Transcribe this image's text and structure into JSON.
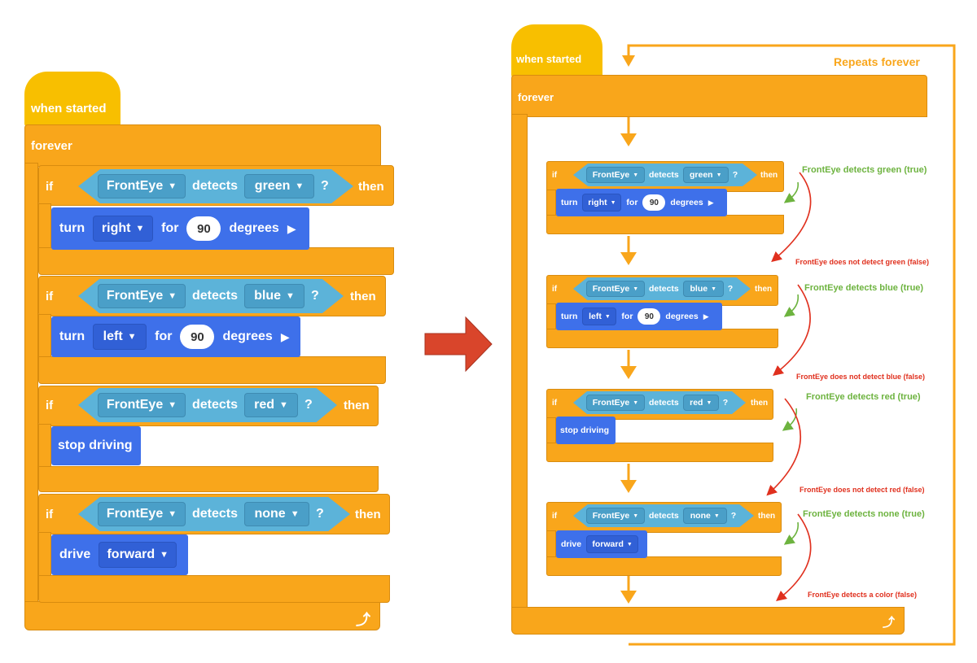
{
  "program": {
    "hat_label": "when started",
    "forever_label": "forever",
    "if_label": "if",
    "then_label": "then",
    "detects_label": "detects",
    "question_mark": "?",
    "sensor": "FrontEye",
    "branches": [
      {
        "color": "green",
        "action_type": "turn",
        "action_label": "turn",
        "direction": "right",
        "for_label": "for",
        "amount": "90",
        "unit_label": "degrees"
      },
      {
        "color": "blue",
        "action_type": "turn",
        "action_label": "turn",
        "direction": "left",
        "for_label": "for",
        "amount": "90",
        "unit_label": "degrees"
      },
      {
        "color": "red",
        "action_type": "stop",
        "action_label": "stop driving"
      },
      {
        "color": "none",
        "action_type": "drive",
        "action_label": "drive",
        "direction": "forward"
      }
    ]
  },
  "annotations": {
    "loop_label": "Repeats forever",
    "true_labels": [
      "FrontEye detects green (true)",
      "FrontEye detects blue (true)",
      "FrontEye detects red (true)",
      "FrontEye detects none (true)"
    ],
    "false_labels": [
      "FrontEye does not detect green (false)",
      "FrontEye does not detect blue (false)",
      "FrontEye does not detect red (false)",
      "FrontEye detects a color (false)"
    ]
  },
  "icons": {
    "dropdown": "caret-down-icon",
    "play": "play-icon",
    "loop": "loop-arrow-icon",
    "transition": "right-arrow-icon"
  },
  "colors": {
    "hat": "#f8bf00",
    "control": "#f9a61b",
    "sensing": "#5cb3d9",
    "motion": "#3e70ea",
    "true": "#6db33f",
    "false": "#e0301e",
    "transition": "#d9452b"
  }
}
